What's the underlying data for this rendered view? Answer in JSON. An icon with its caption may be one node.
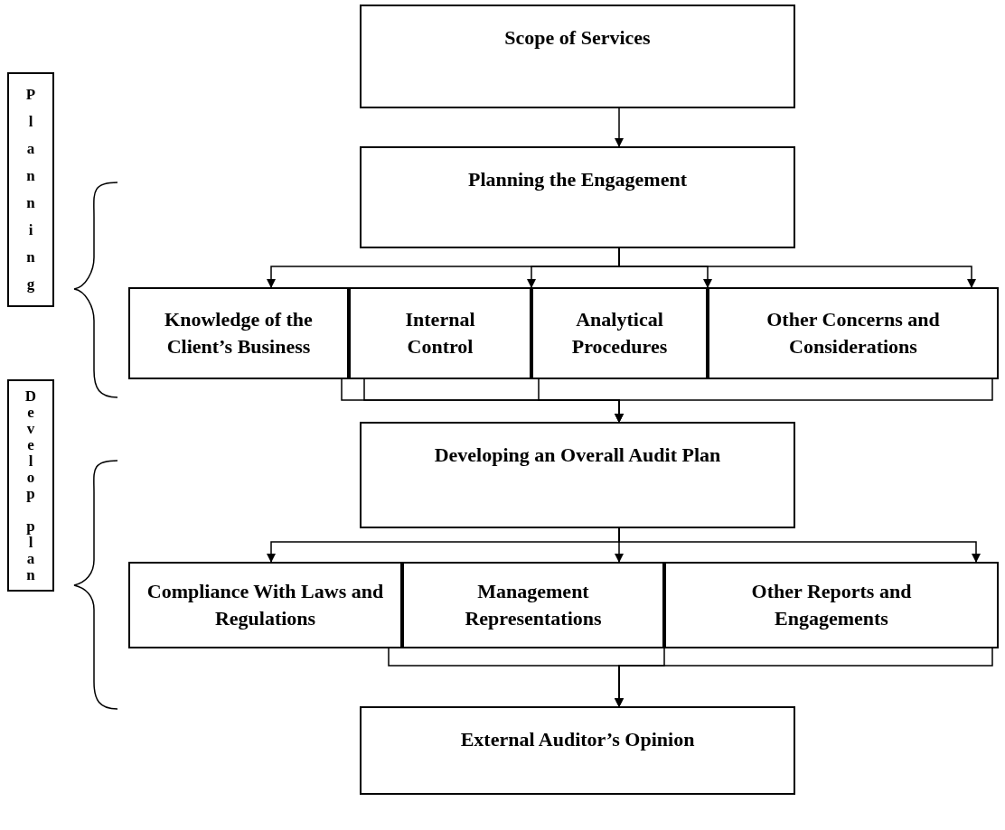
{
  "diagram": {
    "nodes": [
      {
        "text": [
          "Scope of Services"
        ]
      },
      {
        "text": [
          "Planning the Engagement"
        ]
      },
      {
        "text": [
          "Knowledge of the Client’s Business"
        ]
      },
      {
        "text": [
          "Internal Control"
        ]
      },
      {
        "text": [
          "Analytical Procedures"
        ]
      },
      {
        "text": [
          "Other Concerns and Considerations"
        ]
      },
      {
        "text": [
          "Developing an Overall Audit Plan"
        ]
      },
      {
        "text": [
          "Compliance With Laws and Regulations"
        ]
      },
      {
        "text": [
          "Management Representations"
        ]
      },
      {
        "text": [
          "Other Reports and Engagements"
        ]
      },
      {
        "text": [
          "External Auditor’s Opinion"
        ]
      },
      {
        "text": [
          "Planning"
        ]
      },
      {
        "text": [
          "Develop plan"
        ]
      }
    ],
    "edges": [
      {
        "from": 0,
        "to": 1,
        "arrow": "to"
      },
      {
        "from": 1,
        "to": 2,
        "arrow": "to"
      },
      {
        "from": 1,
        "to": 3,
        "arrow": "to"
      },
      {
        "from": 1,
        "to": 4,
        "arrow": "to"
      },
      {
        "from": 1,
        "to": 5,
        "arrow": "to"
      },
      {
        "from": 2,
        "to": 6,
        "arrow": "to"
      },
      {
        "from": 3,
        "to": 6,
        "arrow": "to"
      },
      {
        "from": 4,
        "to": 6,
        "arrow": "to"
      },
      {
        "from": 5,
        "to": 6,
        "arrow": "to"
      },
      {
        "from": 6,
        "to": 7,
        "arrow": "to"
      },
      {
        "from": 6,
        "to": 8,
        "arrow": "to"
      },
      {
        "from": 6,
        "to": 9,
        "arrow": "to"
      },
      {
        "from": 7,
        "to": 10,
        "arrow": "to"
      },
      {
        "from": 8,
        "to": 10,
        "arrow": "to"
      },
      {
        "from": 9,
        "to": 10,
        "arrow": "to"
      }
    ]
  }
}
